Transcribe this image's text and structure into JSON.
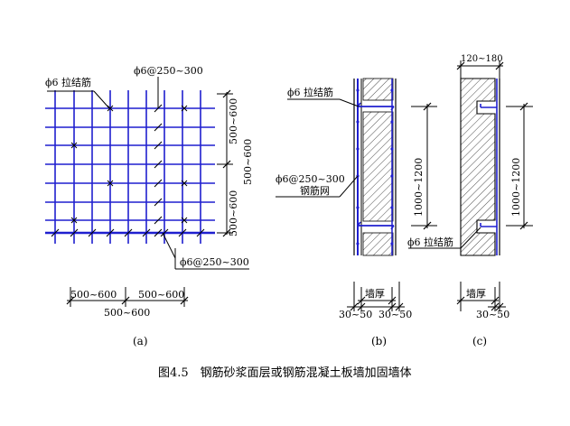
{
  "figure": {
    "title": "图4.5　钢筋砂浆面层或钢筋混凝土板墙加固墙体",
    "a": {
      "caption": "(a)",
      "tie_bar": "ϕ6 拉结筋",
      "bar_top": "ϕ6@250~300",
      "bar_bottom": "ϕ6@250~300",
      "dim_right_upper": "500~600",
      "dim_right_mid": "500~600",
      "dim_right_lower": "500~600",
      "dim_bottom_left": "500~600",
      "dim_bottom_right": "500~600",
      "dim_bottom_total": "500~600"
    },
    "b": {
      "caption": "(b)",
      "tie_bar": "ϕ6 拉结筋",
      "mesh_spec": "ϕ6@250~300",
      "mesh_name": "钢筋网",
      "dim_height": "1000~1200",
      "wall_thickness": "墙厚",
      "cover_left": "30~50",
      "cover_right": "30~50"
    },
    "c": {
      "caption": "(c)",
      "dim_top": "120~180",
      "dim_height": "1000~1200",
      "tie_bar": "ϕ6 拉结筋",
      "wall_thickness": "墙厚",
      "cover": "30~50"
    }
  }
}
